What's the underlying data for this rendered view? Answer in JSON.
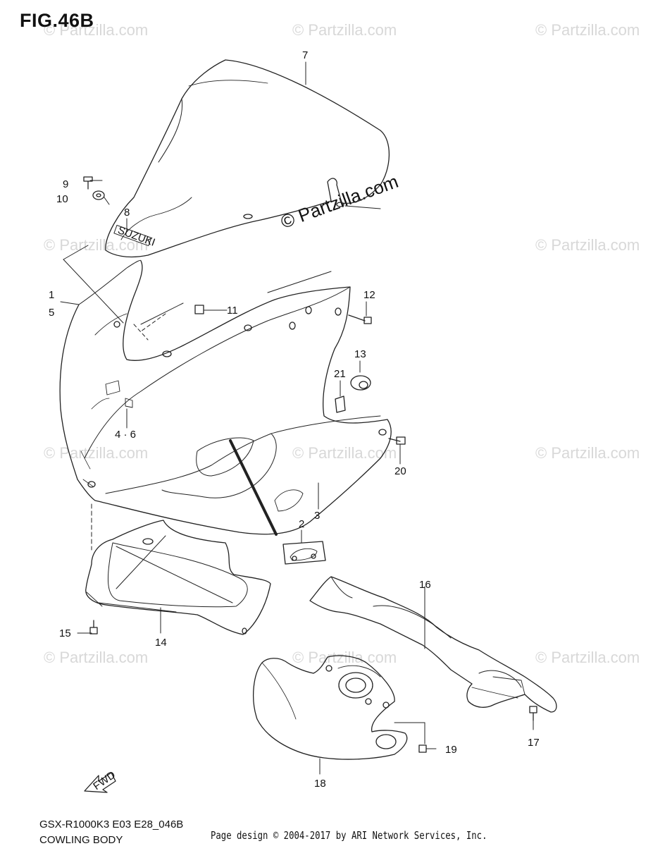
{
  "figure": {
    "title": "FIG.46B",
    "model_code": "GSX-R1000K3 E03 E28_046B",
    "section_name": "COWLING BODY",
    "credit": "Page design © 2004-2017 by ARI Network Services, Inc."
  },
  "watermark": {
    "text": "© Partzilla.com"
  },
  "emblem": {
    "text": "SUZUKI",
    "fwd": "FWD"
  },
  "callouts": {
    "c1": "1",
    "c2": "2",
    "c3": "3",
    "c4_6": "4 · 6",
    "c5": "5",
    "c7": "7",
    "c8": "8",
    "c9": "9",
    "c10": "10",
    "c11": "11",
    "c12": "12",
    "c13": "13",
    "c14": "14",
    "c15": "15",
    "c16": "16",
    "c17": "17",
    "c18": "18",
    "c19": "19",
    "c20": "20",
    "c21": "21"
  }
}
